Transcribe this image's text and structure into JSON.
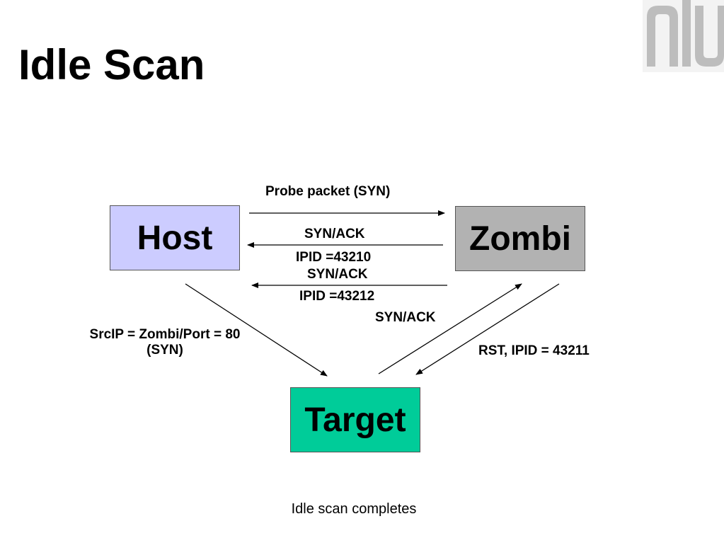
{
  "slide": {
    "title": "Idle Scan",
    "caption": "Idle scan completes",
    "logo": {
      "text": "nlu",
      "icon": "nlu-logo-icon",
      "color": "#bdbdbd",
      "background": "#f3f3f3"
    }
  },
  "nodes": {
    "host": {
      "label": "Host",
      "fill": "#ccccff"
    },
    "zombi": {
      "label": "Zombi",
      "fill": "#b2b2b2"
    },
    "target": {
      "label": "Target",
      "fill": "#00cc99"
    }
  },
  "edges": {
    "probe": {
      "label": "Probe packet (SYN)"
    },
    "synack_1": {
      "label": "SYN/ACK",
      "ipid": "IPID =43210"
    },
    "synack_2": {
      "label": "SYN/ACK",
      "ipid": "IPID =43212"
    },
    "spoofed": {
      "line1": "SrcIP = Zombi/Port = 80",
      "line2": "(SYN)"
    },
    "target_synack": {
      "label": "SYN/ACK"
    },
    "rst": {
      "label": "RST, IPID = 43211"
    }
  },
  "colors": {
    "arrow": "#000000",
    "node_border": "#555555"
  }
}
